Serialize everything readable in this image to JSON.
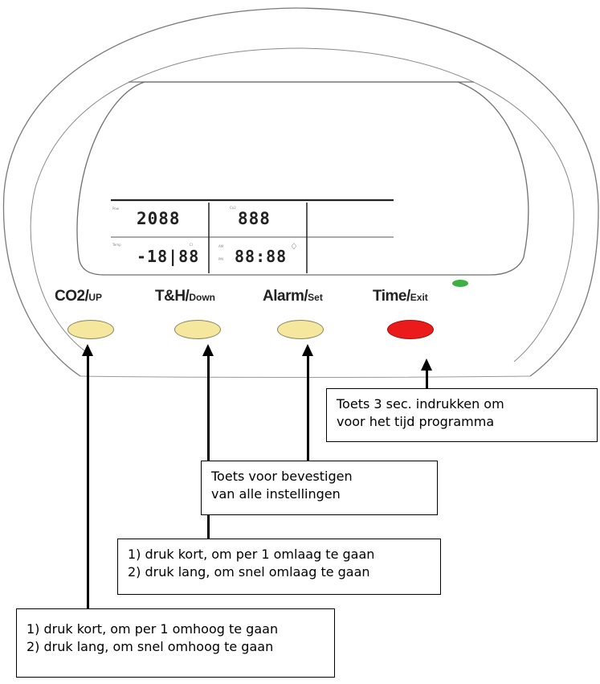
{
  "display": {
    "co2_value": "2088",
    "alarm_value": "888",
    "temp_humidity_value": "-18|88",
    "clock_value": "88:88",
    "small_labels": [
      "Pow",
      "Co2",
      "Temp",
      "Cl",
      "AM",
      "PM"
    ]
  },
  "buttons": [
    {
      "main": "CO2/",
      "sub": "UP",
      "color": "#f6e79e"
    },
    {
      "main": "T&H/",
      "sub": "Down",
      "color": "#f6e79e"
    },
    {
      "main": "Alarm/",
      "sub": "Set",
      "color": "#f6e79e"
    },
    {
      "main": "Time/",
      "sub": "Exit",
      "color": "#ec1b1b"
    }
  ],
  "indicator_led_color": "#3cb043",
  "callouts": {
    "time": [
      "Toets 3 sec. indrukken om",
      "voor het tijd programma"
    ],
    "set": [
      "Toets voor bevestigen",
      "van alle instellingen"
    ],
    "down": [
      "1) druk kort, om per 1 omlaag te gaan",
      "2) druk lang, om snel omlaag te gaan"
    ],
    "up": [
      "1) druk kort, om per 1 omhoog te gaan",
      "2) druk lang, om snel omhoog te gaan"
    ]
  }
}
